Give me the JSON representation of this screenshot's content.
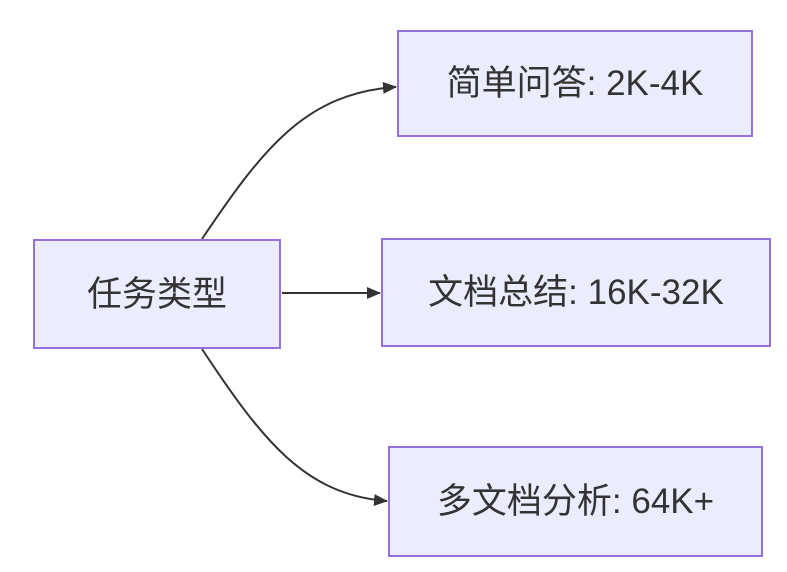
{
  "diagram": {
    "type": "flowchart",
    "direction": "LR",
    "nodes": [
      {
        "id": "task-type",
        "label": "任务类型",
        "role": "root"
      },
      {
        "id": "simple-qa",
        "label": "简单问答: 2K-4K",
        "role": "leaf"
      },
      {
        "id": "doc-summary",
        "label": "文档总结: 16K-32K",
        "role": "leaf"
      },
      {
        "id": "multi-doc",
        "label": "多文档分析: 64K+",
        "role": "leaf"
      }
    ],
    "edges": [
      {
        "from": "task-type",
        "to": "simple-qa"
      },
      {
        "from": "task-type",
        "to": "doc-summary"
      },
      {
        "from": "task-type",
        "to": "multi-doc"
      }
    ],
    "colors": {
      "node_fill": "#ECECFF",
      "node_border": "#9370DB",
      "edge_line": "#333333",
      "text": "#333333",
      "background": "#FFFFFF"
    }
  }
}
